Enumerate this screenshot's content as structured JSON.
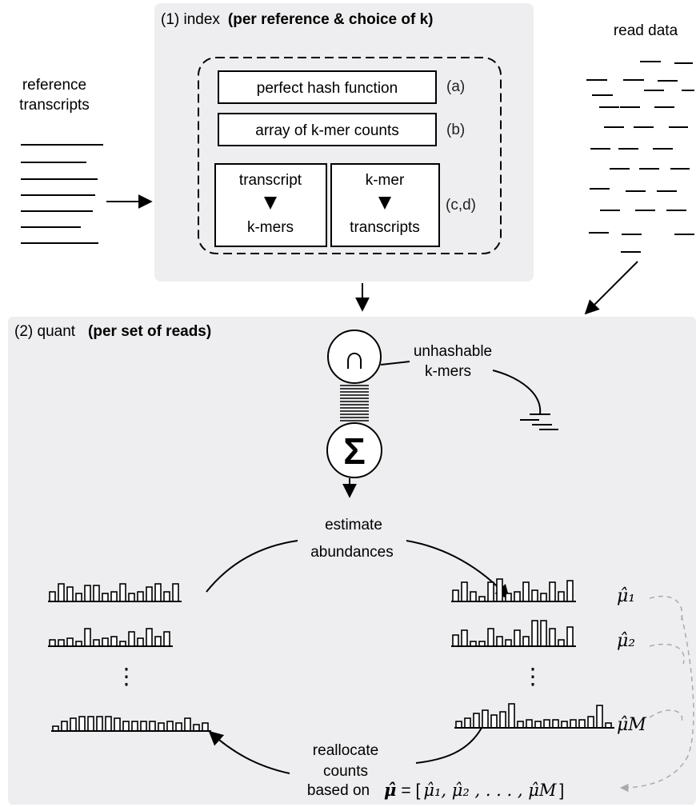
{
  "index_panel": {
    "title_prefix": "(1) index",
    "title_paren": "(per reference & choice of k)",
    "boxes": {
      "perfect_hash": "perfect hash function",
      "kmer_counts": "array of k-mer counts",
      "transcript_top": "transcript",
      "transcript_bottom": "k-mers",
      "kmer_top": "k-mer",
      "kmer_bottom": "transcripts"
    },
    "tags": {
      "a": "(a)",
      "b": "(b)",
      "cd": "(c,d)"
    }
  },
  "reference": {
    "line1": "reference",
    "line2": "transcripts"
  },
  "read_data": {
    "label": "read data"
  },
  "quant_panel": {
    "title_prefix": "(2) quant",
    "title_paren": "(per set of reads)",
    "intersect_symbol": "∩",
    "sum_symbol": "Σ",
    "unhashable_line1": "unhashable",
    "unhashable_line2": "k-mers",
    "estimate_line1": "estimate",
    "estimate_line2": "abundances",
    "reallocate_line1": "reallocate",
    "reallocate_line2": "counts",
    "reallocate_line3": "based on",
    "vdots": "⋮",
    "mu_labels": {
      "mu1": "μ̂₁",
      "mu2": "μ̂₂",
      "muM": "μ̂M"
    },
    "mu_vector": {
      "bold_mu": "μ̂",
      "equals": "= [",
      "body": "μ̂₁, μ̂₂ , . . . , μ̂M",
      "close": "]"
    }
  }
}
